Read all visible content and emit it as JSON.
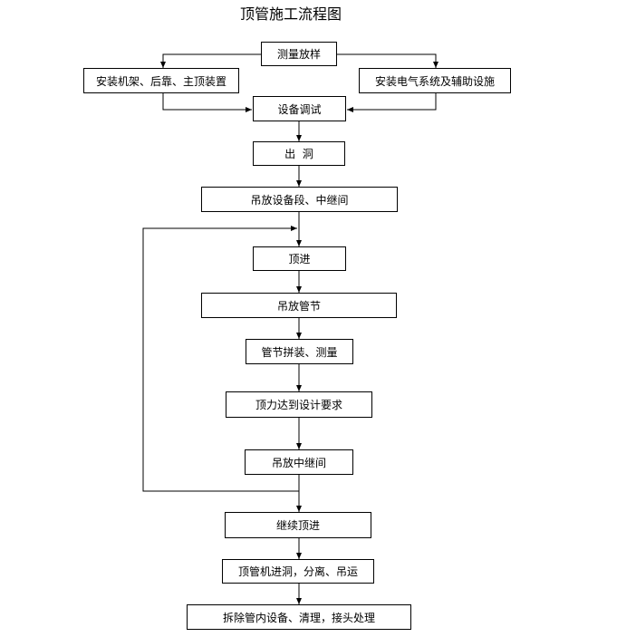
{
  "title": "顶管施工流程图",
  "steps": {
    "survey": "测量放样",
    "install_frame": "安装机架、后靠、主顶装置",
    "install_electric": "安装电气系统及辅助设施",
    "debug": "设备调试",
    "exit_hole": "出  洞",
    "hoist_equipment": "吊放设备段、中继间",
    "jacking": "顶进",
    "hoist_pipe": "吊放管节",
    "assemble_measure": "管节拼装、测量",
    "force_reached": "顶力达到设计要求",
    "hoist_relay": "吊放中继间",
    "continue_jacking": "继续顶进",
    "machine_in_hole": "顶管机进洞，分离、吊运",
    "dismantle": "拆除管内设备、清理，接头处理"
  }
}
